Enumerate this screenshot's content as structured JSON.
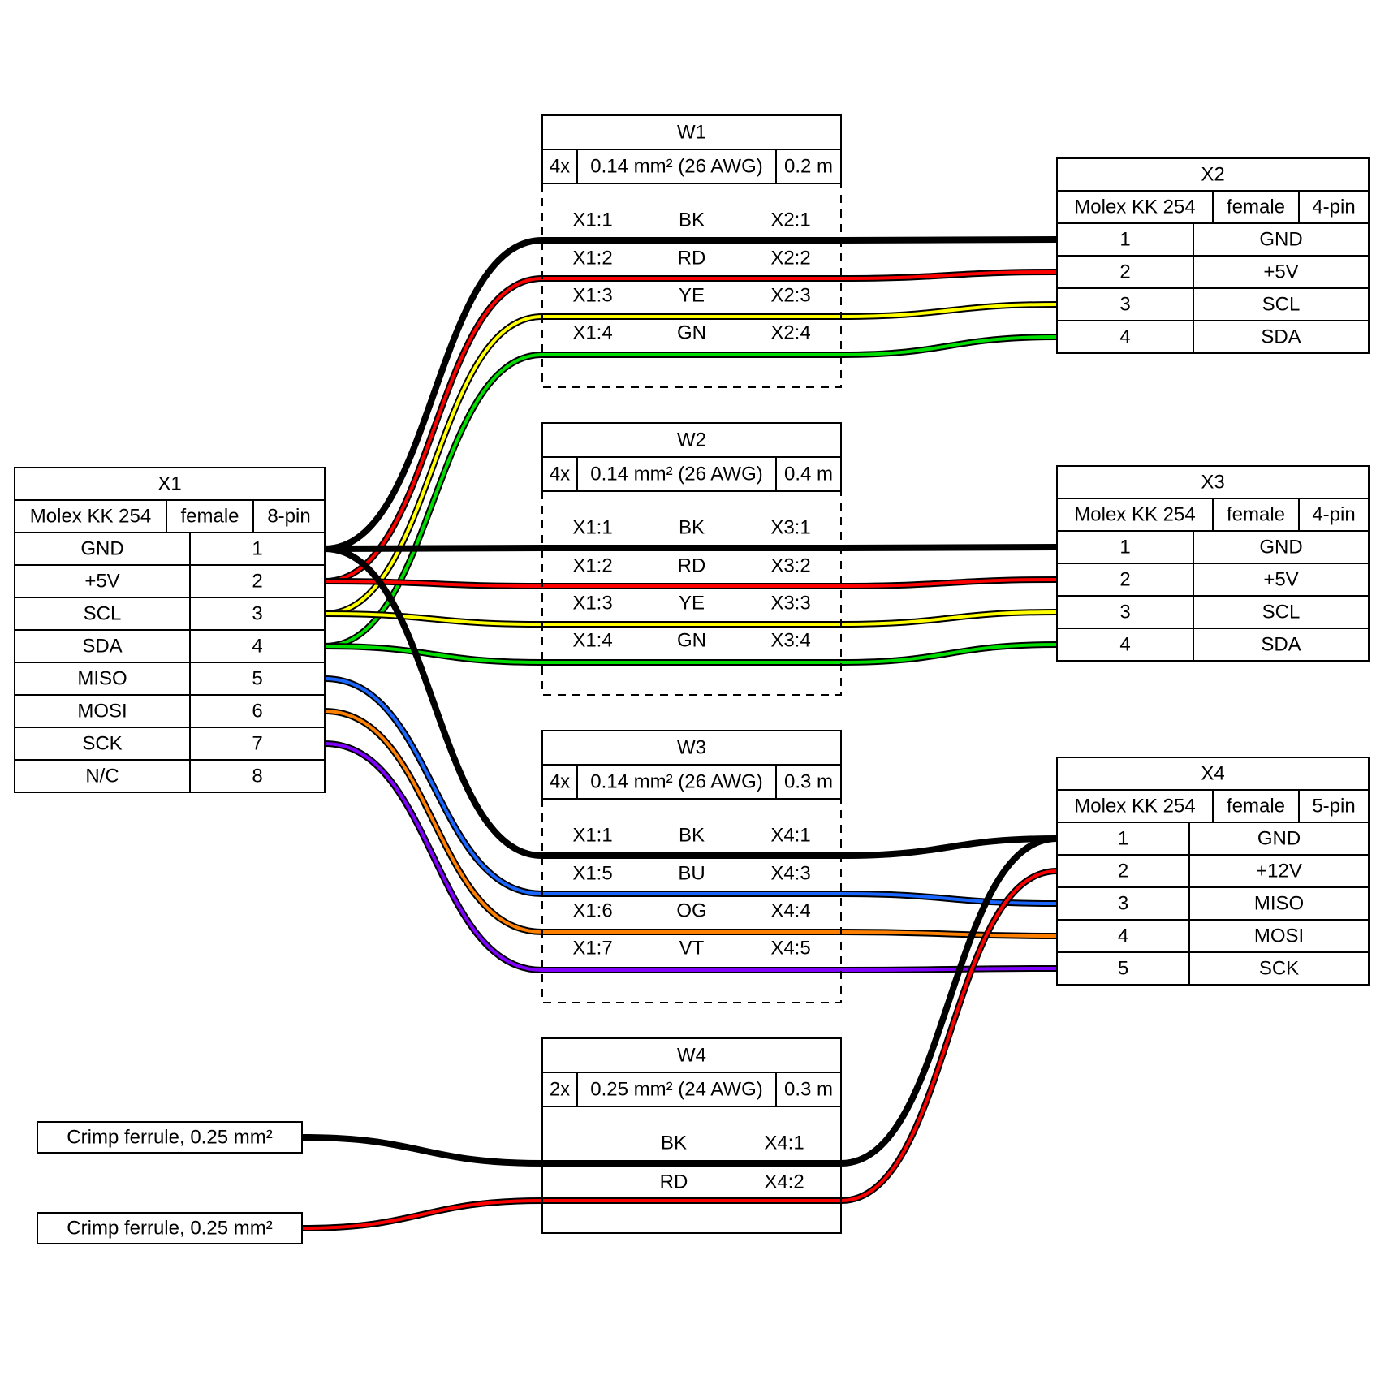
{
  "connectors": {
    "X1": {
      "name": "X1",
      "type": "Molex KK 254",
      "gender": "female",
      "pincount": "8-pin",
      "pins": [
        {
          "label": "GND",
          "num": "1"
        },
        {
          "label": "+5V",
          "num": "2"
        },
        {
          "label": "SCL",
          "num": "3"
        },
        {
          "label": "SDA",
          "num": "4"
        },
        {
          "label": "MISO",
          "num": "5"
        },
        {
          "label": "MOSI",
          "num": "6"
        },
        {
          "label": "SCK",
          "num": "7"
        },
        {
          "label": "N/C",
          "num": "8"
        }
      ]
    },
    "X2": {
      "name": "X2",
      "type": "Molex KK 254",
      "gender": "female",
      "pincount": "4-pin",
      "pins": [
        {
          "num": "1",
          "label": "GND"
        },
        {
          "num": "2",
          "label": "+5V"
        },
        {
          "num": "3",
          "label": "SCL"
        },
        {
          "num": "4",
          "label": "SDA"
        }
      ]
    },
    "X3": {
      "name": "X3",
      "type": "Molex KK 254",
      "gender": "female",
      "pincount": "4-pin",
      "pins": [
        {
          "num": "1",
          "label": "GND"
        },
        {
          "num": "2",
          "label": "+5V"
        },
        {
          "num": "3",
          "label": "SCL"
        },
        {
          "num": "4",
          "label": "SDA"
        }
      ]
    },
    "X4": {
      "name": "X4",
      "type": "Molex KK 254",
      "gender": "female",
      "pincount": "5-pin",
      "pins": [
        {
          "num": "1",
          "label": "GND"
        },
        {
          "num": "2",
          "label": "+12V"
        },
        {
          "num": "3",
          "label": "MISO"
        },
        {
          "num": "4",
          "label": "MOSI"
        },
        {
          "num": "5",
          "label": "SCK"
        }
      ]
    },
    "F1": {
      "label": "Crimp ferrule, 0.25 mm²"
    },
    "F2": {
      "label": "Crimp ferrule, 0.25 mm²"
    }
  },
  "cables": {
    "W1": {
      "name": "W1",
      "count": "4x",
      "gauge": "0.14 mm² (26 AWG)",
      "length": "0.2 m",
      "wires": [
        {
          "from": "X1:1",
          "color": "BK",
          "to": "X2:1"
        },
        {
          "from": "X1:2",
          "color": "RD",
          "to": "X2:2"
        },
        {
          "from": "X1:3",
          "color": "YE",
          "to": "X2:3"
        },
        {
          "from": "X1:4",
          "color": "GN",
          "to": "X2:4"
        }
      ]
    },
    "W2": {
      "name": "W2",
      "count": "4x",
      "gauge": "0.14 mm² (26 AWG)",
      "length": "0.4 m",
      "wires": [
        {
          "from": "X1:1",
          "color": "BK",
          "to": "X3:1"
        },
        {
          "from": "X1:2",
          "color": "RD",
          "to": "X3:2"
        },
        {
          "from": "X1:3",
          "color": "YE",
          "to": "X3:3"
        },
        {
          "from": "X1:4",
          "color": "GN",
          "to": "X3:4"
        }
      ]
    },
    "W3": {
      "name": "W3",
      "count": "4x",
      "gauge": "0.14 mm² (26 AWG)",
      "length": "0.3 m",
      "wires": [
        {
          "from": "X1:1",
          "color": "BK",
          "to": "X4:1"
        },
        {
          "from": "X1:5",
          "color": "BU",
          "to": "X4:3"
        },
        {
          "from": "X1:6",
          "color": "OG",
          "to": "X4:4"
        },
        {
          "from": "X1:7",
          "color": "VT",
          "to": "X4:5"
        }
      ]
    },
    "W4": {
      "name": "W4",
      "count": "2x",
      "gauge": "0.25 mm² (24 AWG)",
      "length": "0.3 m",
      "wires": [
        {
          "from": "",
          "color": "BK",
          "to": "X4:1"
        },
        {
          "from": "",
          "color": "RD",
          "to": "X4:2"
        }
      ]
    }
  },
  "wire_colors": {
    "BK": "#000000",
    "RD": "#ff0000",
    "YE": "#ffff00",
    "GN": "#00dd00",
    "BU": "#1a66ff",
    "OG": "#ff8000",
    "VT": "#8000ff"
  }
}
